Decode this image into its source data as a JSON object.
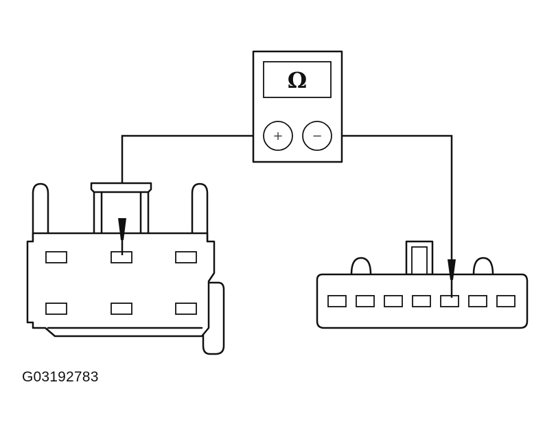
{
  "meter": {
    "display_symbol": "Ω",
    "positive_terminal": "+",
    "negative_terminal": "−"
  },
  "left_connector": {
    "pin_rows": 2,
    "pins_per_row": 3
  },
  "right_connector": {
    "pin_count": 7,
    "probe_pin_index": 5
  },
  "figure_id": "G03192783",
  "colors": {
    "ink": "#111111",
    "background": "#ffffff"
  }
}
